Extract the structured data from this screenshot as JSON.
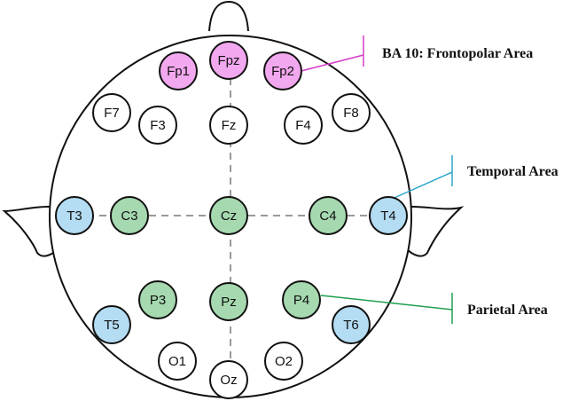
{
  "colors": {
    "frontopolar": "#f2a8ee",
    "temporal": "#b4dcf2",
    "central": "#a6d9b0",
    "neutral": "#ffffff",
    "frontopolar_line": "#d63cc8",
    "temporal_line": "#2aa6cc",
    "parietal_line": "#1f9e4e",
    "outline": "#111111",
    "midline": "#999999"
  },
  "electrodes": [
    {
      "id": "Fpz",
      "label": "Fpz",
      "group": "frontopolar"
    },
    {
      "id": "Fp1",
      "label": "Fp1",
      "group": "frontopolar"
    },
    {
      "id": "Fp2",
      "label": "Fp2",
      "group": "frontopolar"
    },
    {
      "id": "F7",
      "label": "F7",
      "group": "neutral"
    },
    {
      "id": "F3",
      "label": "F3",
      "group": "neutral"
    },
    {
      "id": "Fz",
      "label": "Fz",
      "group": "neutral"
    },
    {
      "id": "F4",
      "label": "F4",
      "group": "neutral"
    },
    {
      "id": "F8",
      "label": "F8",
      "group": "neutral"
    },
    {
      "id": "T3",
      "label": "T3",
      "group": "temporal"
    },
    {
      "id": "C3",
      "label": "C3",
      "group": "central"
    },
    {
      "id": "Cz",
      "label": "Cz",
      "group": "central"
    },
    {
      "id": "C4",
      "label": "C4",
      "group": "central"
    },
    {
      "id": "T4",
      "label": "T4",
      "group": "temporal"
    },
    {
      "id": "P3",
      "label": "P3",
      "group": "central"
    },
    {
      "id": "Pz",
      "label": "Pz",
      "group": "central"
    },
    {
      "id": "P4",
      "label": "P4",
      "group": "central"
    },
    {
      "id": "T5",
      "label": "T5",
      "group": "temporal"
    },
    {
      "id": "T6",
      "label": "T6",
      "group": "temporal"
    },
    {
      "id": "O1",
      "label": "O1",
      "group": "neutral"
    },
    {
      "id": "O2",
      "label": "O2",
      "group": "neutral"
    },
    {
      "id": "Oz",
      "label": "Oz",
      "group": "neutral"
    }
  ],
  "areas": {
    "frontopolar": "BA 10: Frontopolar Area",
    "temporal": "Temporal Area",
    "parietal": "Parietal Area"
  }
}
